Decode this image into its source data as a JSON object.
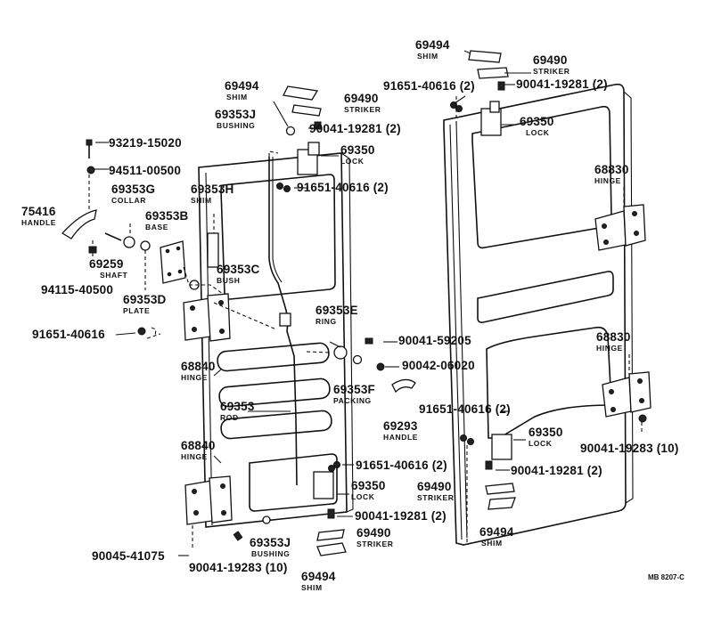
{
  "callouts": [
    {
      "id": "p-93219-15020",
      "part": "93219-15020"
    },
    {
      "id": "p-94511-00500",
      "part": "94511-00500"
    },
    {
      "id": "p-75416",
      "part": "75416",
      "desc": "HANDLE"
    },
    {
      "id": "p-69353g",
      "part": "69353G",
      "desc": "COLLAR"
    },
    {
      "id": "p-69353h",
      "part": "69353H",
      "desc": "SHIM"
    },
    {
      "id": "p-69353b",
      "part": "69353B",
      "desc": "BASE"
    },
    {
      "id": "p-69259",
      "part": "69259",
      "desc": "SHAFT"
    },
    {
      "id": "p-94115-40500",
      "part": "94115-40500"
    },
    {
      "id": "p-69353c",
      "part": "69353C",
      "desc": "BUSH"
    },
    {
      "id": "p-69353d",
      "part": "69353D",
      "desc": "PLATE"
    },
    {
      "id": "p-91651-40616-a",
      "part": "91651-40616"
    },
    {
      "id": "p-68840-upper",
      "part": "68840",
      "desc": "HINGE"
    },
    {
      "id": "p-69353",
      "part": "69353",
      "desc": "ROD"
    },
    {
      "id": "p-68840-lower",
      "part": "68840",
      "desc": "HINGE"
    },
    {
      "id": "p-90045-41075",
      "part": "90045-41075"
    },
    {
      "id": "p-90041-19283-a",
      "part": "90041-19283 (10)"
    },
    {
      "id": "p-69353j-lower",
      "part": "69353J",
      "desc": "BUSHING"
    },
    {
      "id": "p-69494-lower-left",
      "part": "69494",
      "desc": "SHIM"
    },
    {
      "id": "p-69490-lower-left",
      "part": "69490",
      "desc": "STRIKER"
    },
    {
      "id": "p-90041-19281-a",
      "part": "90041-19281 (2)"
    },
    {
      "id": "p-69350-lower-left",
      "part": "69350",
      "desc": "LOCK"
    },
    {
      "id": "p-91651-40616-b",
      "part": "91651-40616 (2)"
    },
    {
      "id": "p-69293",
      "part": "69293",
      "desc": "HANDLE"
    },
    {
      "id": "p-69353f",
      "part": "69353F",
      "desc": "PACKING"
    },
    {
      "id": "p-90042-06020",
      "part": "90042-06020"
    },
    {
      "id": "p-90041-59205",
      "part": "90041-59205"
    },
    {
      "id": "p-69353e",
      "part": "69353E",
      "desc": "RING"
    },
    {
      "id": "p-91651-40616-c",
      "part": "91651-40616 (2)"
    },
    {
      "id": "p-69350-upper-left",
      "part": "69350",
      "desc": "LOCK"
    },
    {
      "id": "p-90041-19281-b",
      "part": "90041-19281 (2)"
    },
    {
      "id": "p-69353j-upper",
      "part": "69353J",
      "desc": "BUSHING"
    },
    {
      "id": "p-69490-upper-left",
      "part": "69490",
      "desc": "STRIKER"
    },
    {
      "id": "p-69494-upper-left",
      "part": "69494",
      "desc": "SHIM"
    },
    {
      "id": "p-69494-top-right",
      "part": "69494",
      "desc": "SHIM"
    },
    {
      "id": "p-69490-top-right",
      "part": "69490",
      "desc": "STRIKER"
    },
    {
      "id": "p-91651-40616-d",
      "part": "91651-40616 (2)"
    },
    {
      "id": "p-90041-19281-c",
      "part": "90041-19281 (2)"
    },
    {
      "id": "p-69350-upper-right",
      "part": "69350",
      "desc": "LOCK"
    },
    {
      "id": "p-68830-upper",
      "part": "68830",
      "desc": "HINGE"
    },
    {
      "id": "p-68830-lower",
      "part": "68830",
      "desc": "HINGE"
    },
    {
      "id": "p-91651-40616-e",
      "part": "91651-40616 (2)"
    },
    {
      "id": "p-69350-lower-right",
      "part": "69350",
      "desc": "LOCK"
    },
    {
      "id": "p-90041-19283-b",
      "part": "90041-19283 (10)"
    },
    {
      "id": "p-90041-19281-d",
      "part": "90041-19281 (2)"
    },
    {
      "id": "p-69490-bottom-right",
      "part": "69490",
      "desc": "STRIKER"
    },
    {
      "id": "p-69494-bottom-right",
      "part": "69494",
      "desc": "SHIM"
    }
  ],
  "drawing_code": "MB 8207-C"
}
